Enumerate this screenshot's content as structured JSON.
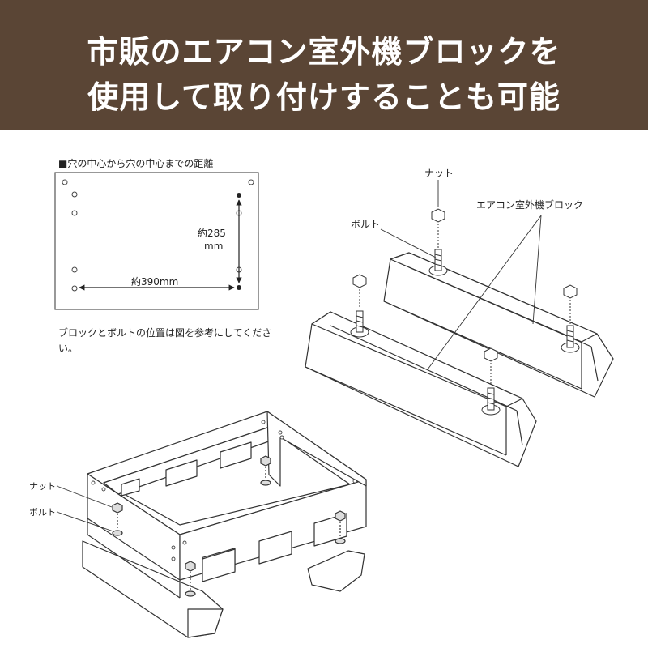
{
  "banner": {
    "line1": "市販のエアコン室外機ブロックを",
    "line2": "使用して取り付けすることも可能"
  },
  "diagram": {
    "heading": "■穴の中心から穴の中心までの距離",
    "depth_label_1": "約285",
    "depth_label_2": "mm",
    "width_label": "約390mm",
    "note": "ブロックとボルトの位置は図を参考にしてください。"
  },
  "blocks": {
    "nut_label": "ナット",
    "bolt_label": "ボルト",
    "block_label": "エアコン室外機ブロック"
  },
  "frame": {
    "nut_label": "ナット",
    "bolt_label": "ボルト"
  }
}
